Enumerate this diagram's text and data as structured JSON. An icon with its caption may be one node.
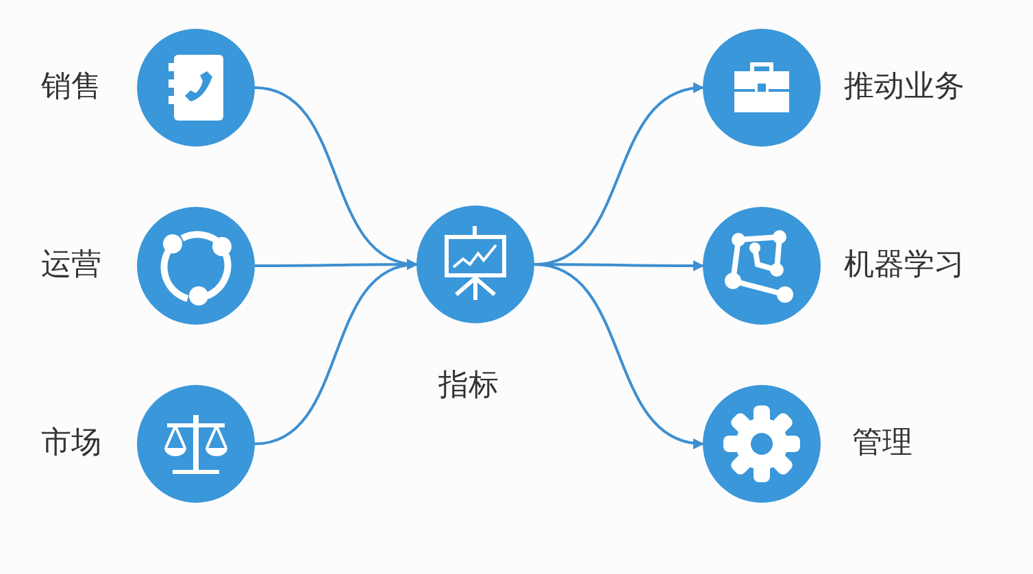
{
  "diagram": {
    "nodes": [
      {
        "text": [],
        "shape": "circle",
        "beside": [
          "销售"
        ]
      },
      {
        "text": [],
        "shape": "circle",
        "beside": [
          "运营"
        ]
      },
      {
        "text": [],
        "shape": "circle",
        "beside": [
          "市场"
        ]
      },
      {
        "text": [],
        "shape": "circle",
        "beside": [
          "指标"
        ]
      },
      {
        "text": [],
        "shape": "circle",
        "beside": [
          "推动业务"
        ]
      },
      {
        "text": [],
        "shape": "circle",
        "beside": [
          "机器学习"
        ]
      },
      {
        "text": [],
        "shape": "circle",
        "beside": [
          "管理"
        ]
      }
    ],
    "edges": [
      {
        "from": 0,
        "to": 3,
        "arrow": "to"
      },
      {
        "from": 1,
        "to": 3,
        "arrow": "to"
      },
      {
        "from": 2,
        "to": 3,
        "arrow": "to"
      },
      {
        "from": 3,
        "to": 4,
        "arrow": "to"
      },
      {
        "from": 3,
        "to": 5,
        "arrow": "to"
      },
      {
        "from": 3,
        "to": 6,
        "arrow": "to"
      }
    ]
  }
}
